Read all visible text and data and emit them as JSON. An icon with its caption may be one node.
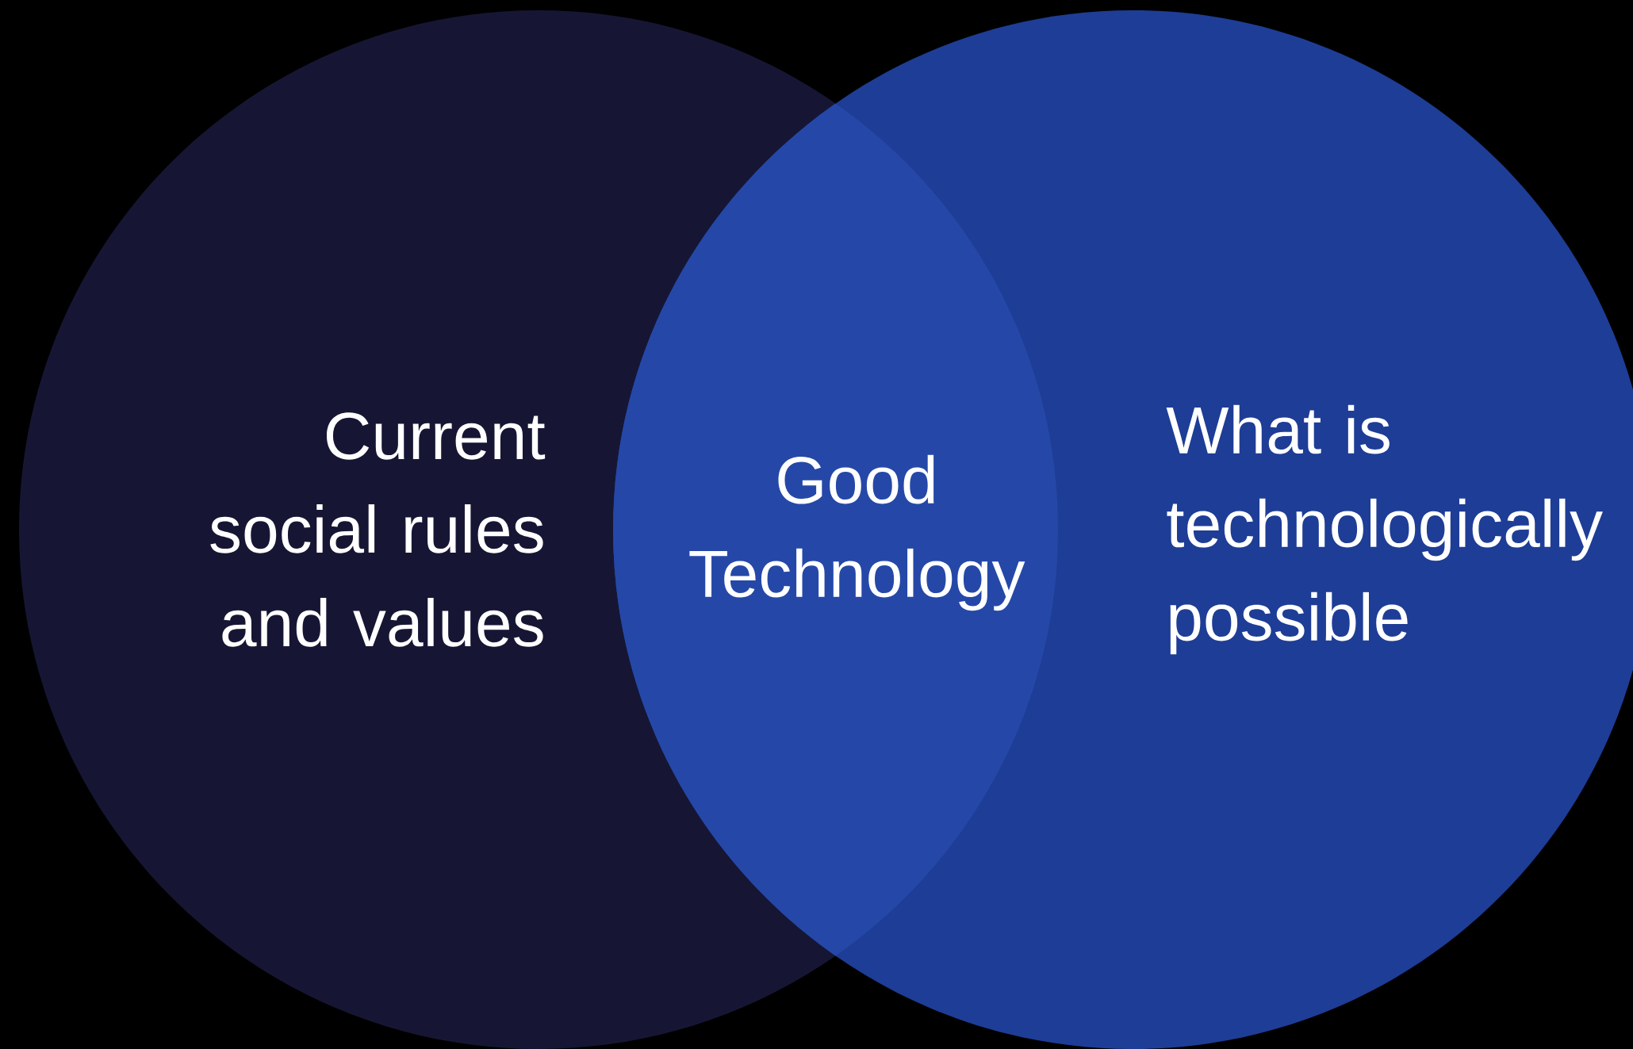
{
  "diagram": {
    "nodes": [
      {
        "text": [
          "Current social rules and values"
        ]
      },
      {
        "text": [
          "What is technologically possible"
        ]
      },
      {
        "text": [
          "Good Technology"
        ]
      }
    ],
    "edges": []
  }
}
